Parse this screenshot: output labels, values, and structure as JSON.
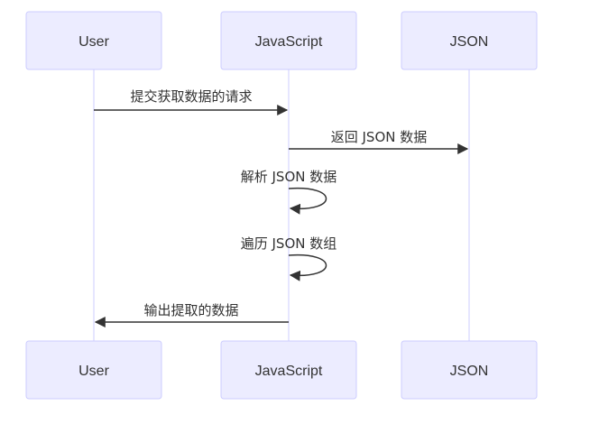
{
  "participants": {
    "user": "User",
    "javascript": "JavaScript",
    "json": "JSON"
  },
  "messages": [
    {
      "from": "User",
      "to": "JavaScript",
      "text": "提交获取数据的请求"
    },
    {
      "from": "JavaScript",
      "to": "JSON",
      "text": "返回 JSON 数据"
    },
    {
      "from": "JavaScript",
      "to": "JavaScript",
      "text": "解析 JSON 数据"
    },
    {
      "from": "JavaScript",
      "to": "JavaScript",
      "text": "遍历 JSON 数组"
    },
    {
      "from": "JavaScript",
      "to": "User",
      "text": "输出提取的数据"
    }
  ],
  "colors": {
    "actor_fill": "#ECECFF",
    "actor_stroke": "#CCCCFF",
    "line": "#333333",
    "text": "#333333"
  }
}
